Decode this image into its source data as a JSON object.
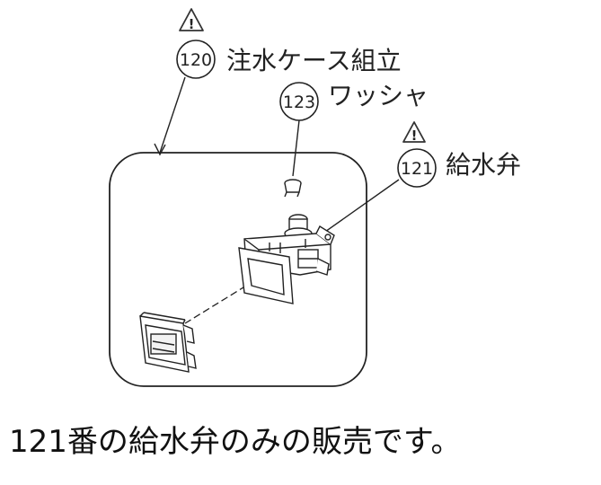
{
  "callouts": [
    {
      "number": "120",
      "label": "注水ケース組立",
      "warning": true
    },
    {
      "number": "123",
      "label": "ワッシャ",
      "warning": false
    },
    {
      "number": "121",
      "label": "給水弁",
      "warning": true
    }
  ],
  "warning_symbol": "!",
  "caption": "121番の給水弁のみの販売です。"
}
